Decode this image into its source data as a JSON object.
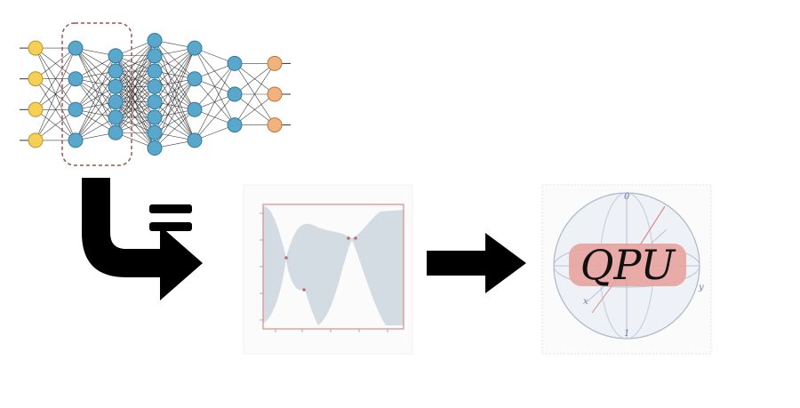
{
  "qpu": {
    "label": "QPU",
    "axis_top": "0",
    "axis_bottom": "1",
    "axis_x": "x",
    "axis_y": "y"
  },
  "network": {
    "layers": [
      4,
      4,
      6,
      8,
      4,
      3,
      3
    ],
    "highlighted_layers": [
      1,
      2
    ]
  },
  "colors": {
    "input_node": "#f6cf57",
    "hidden_node": "#5aa7cc",
    "output_node": "#f1b27d",
    "highlight_border": "#a05050",
    "uncertainty_band": "#d3dbe3",
    "plot_frame": "#d98c8c",
    "qpu_box": "#e8a3a0",
    "arrow": "#000000"
  },
  "icons": [
    "equals-sign",
    "bent-arrow",
    "right-arrow",
    "bloch-sphere"
  ]
}
